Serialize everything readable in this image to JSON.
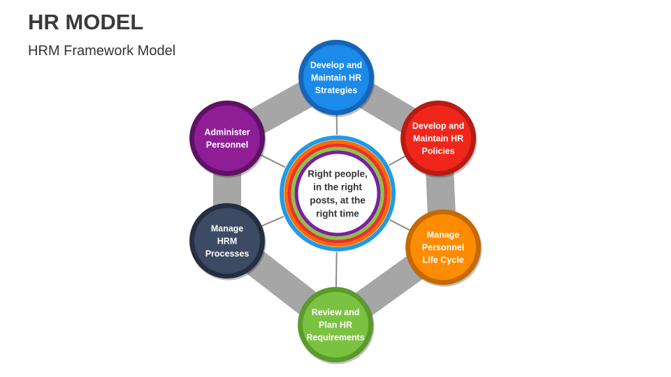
{
  "header": {
    "title": "HR MODEL",
    "subtitle": "HRM Framework Model"
  },
  "diagram": {
    "center": {
      "lines": [
        "Right people,",
        "in the right",
        "posts, at the",
        "right time"
      ]
    },
    "ring_colors": [
      "#1e9be8",
      "#ff6a00",
      "#e8332a",
      "#8bc34a",
      "#7b1fa2"
    ],
    "frame_color": "#a6a6a6",
    "nodes": [
      {
        "id": "strategies",
        "lines": [
          "Develop and",
          "Maintain HR",
          "Strategies"
        ],
        "color": "#1b8ae8",
        "border": "#1565b8"
      },
      {
        "id": "policies",
        "lines": [
          "Develop and",
          "Maintain HR",
          "Policies"
        ],
        "color": "#f0261a",
        "border": "#b81b12"
      },
      {
        "id": "life-cycle",
        "lines": [
          "Manage",
          "Personnel",
          "Life Cycle"
        ],
        "color": "#ff8c00",
        "border": "#c66a00"
      },
      {
        "id": "requirements",
        "lines": [
          "Review and",
          "Plan HR",
          "Requirements"
        ],
        "color": "#7cc242",
        "border": "#5b9a2c"
      },
      {
        "id": "processes",
        "lines": [
          "Manage",
          "HRM",
          "Processes"
        ],
        "color": "#3d4a63",
        "border": "#252f42"
      },
      {
        "id": "administer",
        "lines": [
          "Administer",
          "Personnel"
        ],
        "color": "#8e1d96",
        "border": "#5e1264"
      }
    ]
  }
}
